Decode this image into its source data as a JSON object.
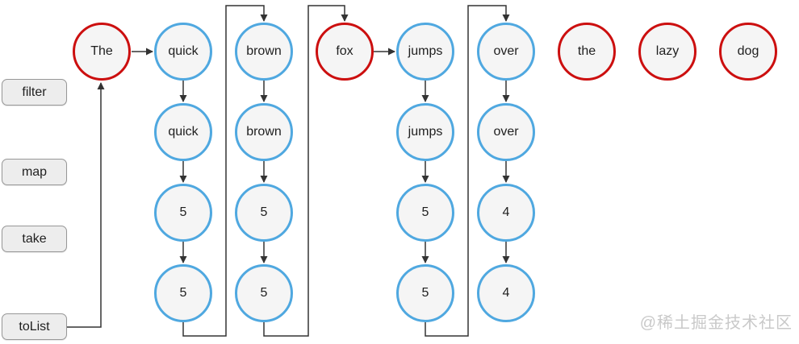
{
  "colors": {
    "blue": "#4fa8e0",
    "red": "#cc0f0f",
    "line": "#333333",
    "node-fill": "#f5f5f5",
    "box-fill": "#ededed",
    "box-border": "#979797",
    "text": "#1f1f1f",
    "watermark": "#c9c9c9",
    "bg": "#ffffff"
  },
  "operations": [
    {
      "label": "filter"
    },
    {
      "label": "map"
    },
    {
      "label": "take"
    },
    {
      "label": "toList"
    }
  ],
  "nodes": [
    {
      "label": "The",
      "color": "red"
    },
    {
      "label": "quick",
      "color": "blue"
    },
    {
      "label": "brown",
      "color": "blue"
    },
    {
      "label": "fox",
      "color": "red"
    },
    {
      "label": "jumps",
      "color": "blue"
    },
    {
      "label": "over",
      "color": "blue"
    },
    {
      "label": "the",
      "color": "red"
    },
    {
      "label": "lazy",
      "color": "red"
    },
    {
      "label": "dog",
      "color": "red"
    },
    {
      "label": "quick",
      "color": "blue"
    },
    {
      "label": "brown",
      "color": "blue"
    },
    {
      "label": "jumps",
      "color": "blue"
    },
    {
      "label": "over",
      "color": "blue"
    },
    {
      "label": "5",
      "color": "blue"
    },
    {
      "label": "5",
      "color": "blue"
    },
    {
      "label": "5",
      "color": "blue"
    },
    {
      "label": "4",
      "color": "blue"
    },
    {
      "label": "5",
      "color": "blue"
    },
    {
      "label": "5",
      "color": "blue"
    },
    {
      "label": "5",
      "color": "blue"
    },
    {
      "label": "4",
      "color": "blue"
    }
  ],
  "watermark": {
    "text": "@稀土掘金技术社区"
  }
}
